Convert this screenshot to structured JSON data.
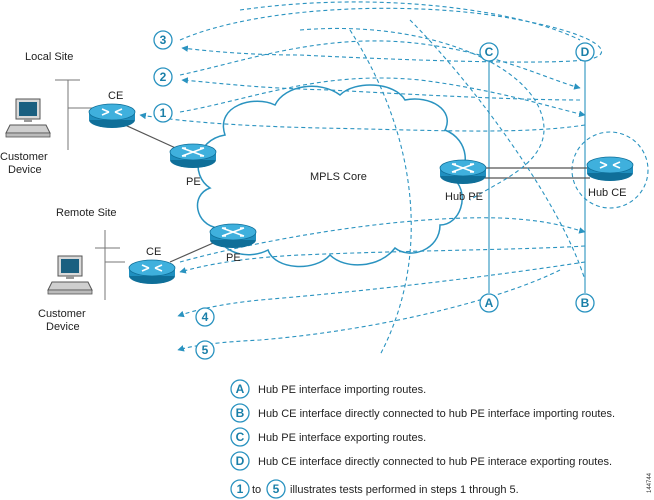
{
  "labels": {
    "local_site": "Local Site",
    "remote_site": "Remote Site",
    "ce_local": "CE",
    "ce_remote": "CE",
    "pe_local": "PE",
    "pe_remote": "PE",
    "customer_device_local": "Customer\nDevice",
    "customer_device_remote": "Customer\nDevice",
    "mpls_core": "MPLS Core",
    "hub_pe": "Hub PE",
    "hub_ce": "Hub CE",
    "figure_id": "144744"
  },
  "markers": {
    "A": "A",
    "B": "B",
    "C": "C",
    "D": "D",
    "s1": "1",
    "s2": "2",
    "s3": "3",
    "s4": "4",
    "s5": "5"
  },
  "legend": [
    {
      "key": "A",
      "text": "Hub PE interface importing routes."
    },
    {
      "key": "B",
      "text": "Hub CE interface directly connected to hub PE interface importing routes."
    },
    {
      "key": "C",
      "text": "Hub PE interface exporting routes."
    },
    {
      "key": "D",
      "text": "Hub CE interface directly connected to hub PE interace exporting routes."
    }
  ],
  "legend_steps": {
    "from": "1",
    "to_word": "to",
    "to": "5",
    "text": "illustrates tests performed in steps 1 through 5."
  },
  "colors": {
    "accent": "#2a93c0",
    "router_body": "#1f8fbf"
  }
}
